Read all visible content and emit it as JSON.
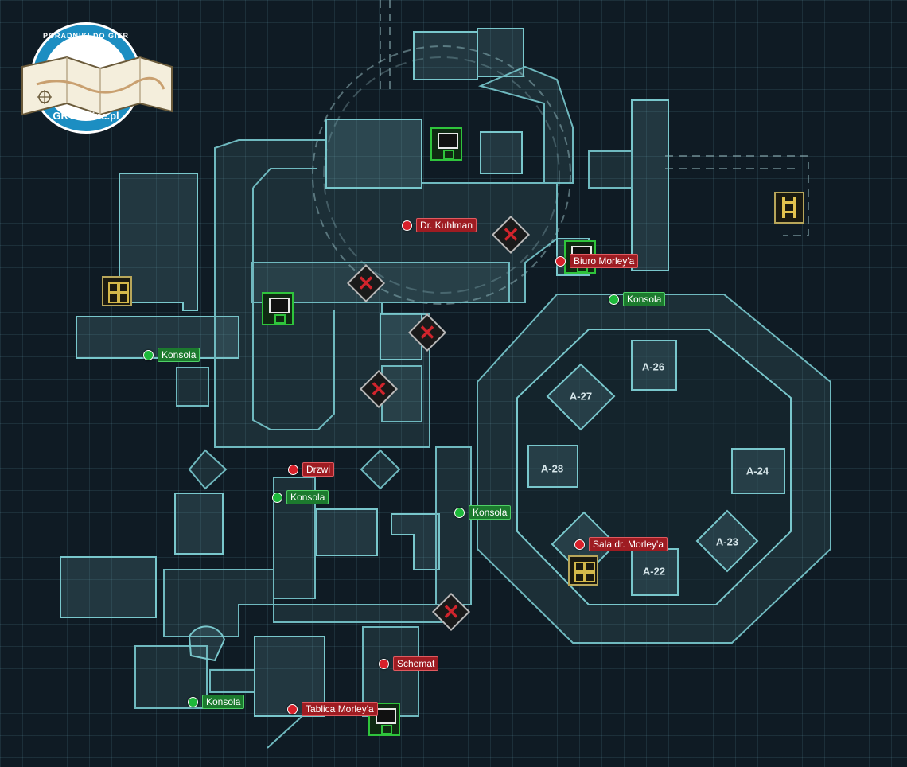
{
  "logo": {
    "slogan": "PORADNIKI DO GIER",
    "brand": "GRYOnline.pl",
    "colors": {
      "ring": "#1c8ec2",
      "inner": "#ffffff"
    }
  },
  "colors": {
    "background": "#0f1b24",
    "walls": "#79c7cc",
    "marker_red": "#d8202a",
    "marker_green": "#1db83a",
    "door_x": "#d2242c",
    "save_station": "#2fc43c",
    "locker": "#b8a65a"
  },
  "sectors": [
    "A-26",
    "A-27",
    "A-28",
    "A-24",
    "A-23",
    "A-22"
  ],
  "markers": [
    {
      "label": "Dr. Kuhlman",
      "type": "red"
    },
    {
      "label": "Biuro Morley'a",
      "type": "red"
    },
    {
      "label": "Konsola",
      "type": "green"
    },
    {
      "label": "Konsola",
      "type": "green"
    },
    {
      "label": "Drzwi",
      "type": "red"
    },
    {
      "label": "Konsola",
      "type": "green"
    },
    {
      "label": "Konsola",
      "type": "green"
    },
    {
      "label": "Sala dr. Morley'a",
      "type": "red"
    },
    {
      "label": "Schemat",
      "type": "red"
    },
    {
      "label": "Konsola",
      "type": "green"
    },
    {
      "label": "Tablica Morley'a",
      "type": "red"
    }
  ],
  "icons": {
    "locked_door": "locked-door-icon",
    "save_station": "save-station-icon",
    "locker": "locker-icon",
    "ladder": "ladder-icon"
  }
}
